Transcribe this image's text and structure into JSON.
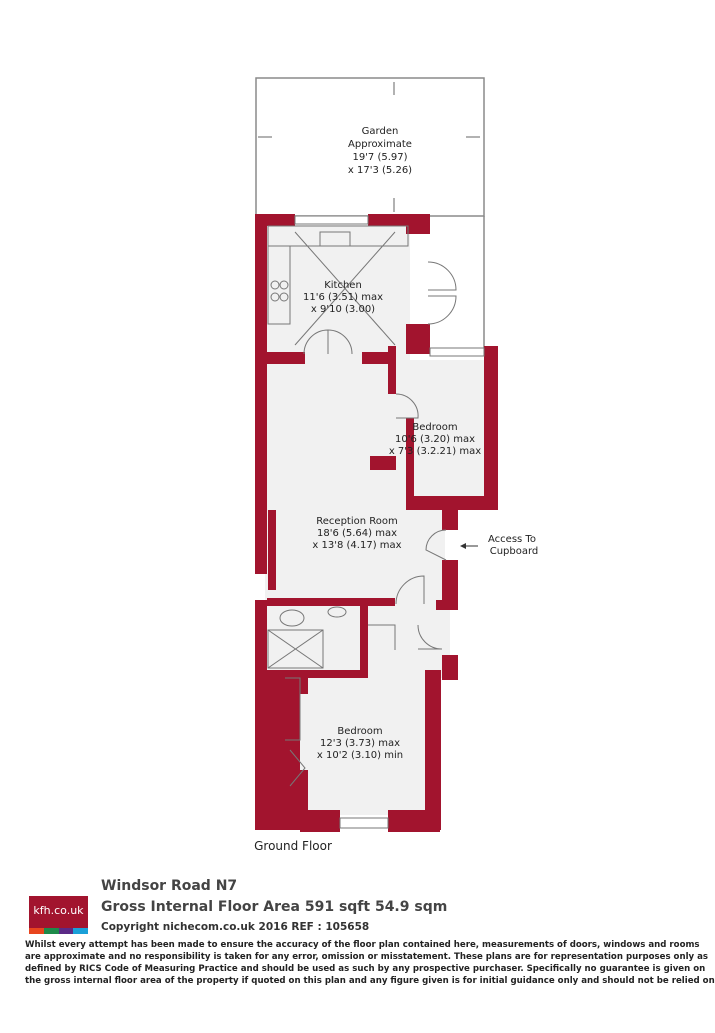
{
  "colors": {
    "wall": "#a2142e",
    "floor": "#f1f1f1",
    "line": "#8a8a8a"
  },
  "rooms": {
    "garden": {
      "name": "Garden",
      "line2": "Approximate",
      "dim1": "19'7 (5.97)",
      "dim2": "x 17'3 (5.26)"
    },
    "kitchen": {
      "name": "Kitchen",
      "dim1": "11'6 (3.51) max",
      "dim2": "x 9'10 (3.00)"
    },
    "bedroom1": {
      "name": "Bedroom",
      "dim1": "10'6 (3.20) max",
      "dim2": "x 7'3 (3.2.21) max"
    },
    "reception": {
      "name": "Reception Room",
      "dim1": "18'6 (5.64) max",
      "dim2": "x 13'8 (4.17) max"
    },
    "bedroom2": {
      "name": "Bedroom",
      "dim1": "12'3 (3.73) max",
      "dim2": "x 10'2 (3.10) min"
    },
    "cupboard": {
      "line1": "Access To",
      "line2": "Cupboard"
    }
  },
  "floor_label": "Ground Floor",
  "address": "Windsor Road  N7",
  "area": "Gross Internal Floor Area 591 sqft 54.9 sqm",
  "copyright": "Copyright nichecom.co.uk 2016 REF : 105658",
  "logo": {
    "text": "kfh.co.uk",
    "bar_colors": [
      "#e8451e",
      "#1e8a4a",
      "#5b2a86",
      "#1aa0d8"
    ]
  },
  "disclaimer": "Whilst every attempt has been made to ensure the accuracy of the floor plan contained here, measurements of doors, windows and rooms are approximate and no responsibility is taken for any error, omission or misstatement. These plans are for representation purposes only as defined by RICS Code of Measuring Practice and should be used as such by any prospective purchaser. Specifically no guarantee is given on the gross internal floor area of the property if quoted on this plan and any figure given is for initial guidance only and should not be relied on as a basis of valuation."
}
